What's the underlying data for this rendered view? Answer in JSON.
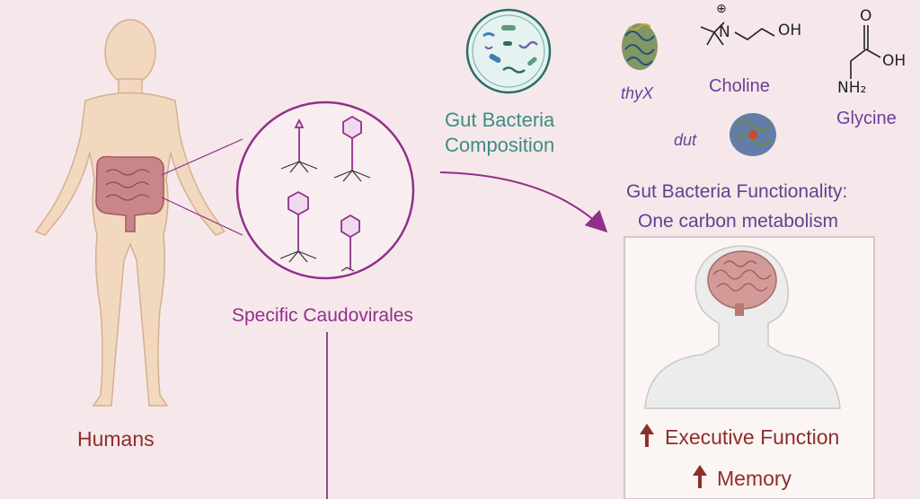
{
  "labels": {
    "humans": "Humans",
    "caudovirales": "Specific Caudovirales",
    "gut_bacteria_composition": [
      "Gut Bacteria",
      "Composition"
    ],
    "thyx": "thyX",
    "dut": "dut",
    "choline": "Choline",
    "glycine": "Glycine",
    "functionality_line1": "Gut Bacteria Functionality:",
    "functionality_line2": "One carbon metabolism",
    "executive_function": "Executive Function",
    "memory": "Memory"
  },
  "chem": {
    "oh": "OH",
    "oh2": "OH",
    "o": "O",
    "n": "N",
    "plus": "⊕",
    "nh2": "NH₂"
  },
  "icons": [
    "human-body-icon",
    "intestine-icon",
    "bacteriophage-icon",
    "bacteria-dish-icon",
    "protein-structure-icon",
    "brain-head-icon",
    "up-arrow-icon"
  ],
  "colors": {
    "background": "#f6e8ea",
    "accent_purple": "#922f8c",
    "teal": "#3c8c86",
    "dark_red": "#8e2d2d",
    "violet": "#6a3e9c"
  }
}
